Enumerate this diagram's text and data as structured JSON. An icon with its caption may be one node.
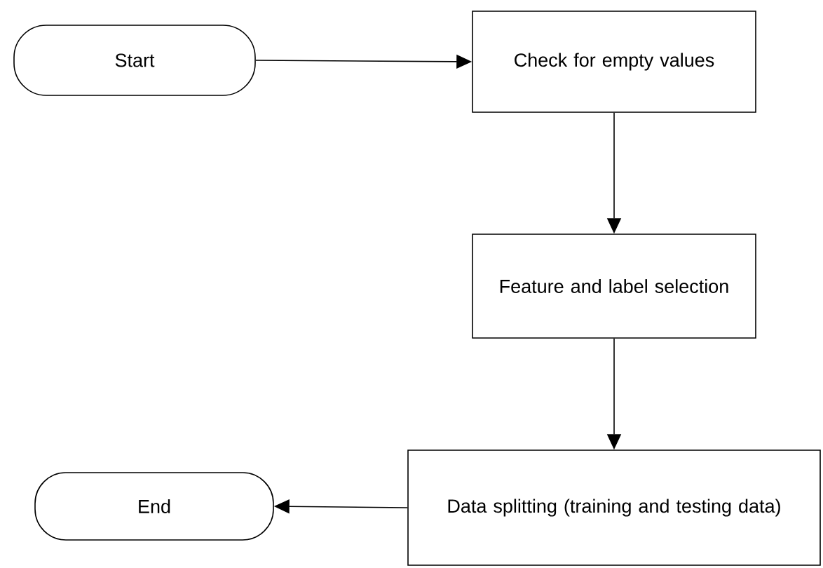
{
  "diagram": {
    "nodes": [
      {
        "text": [
          "Start"
        ]
      },
      {
        "text": [
          "Check for empty values"
        ]
      },
      {
        "text": [
          "Feature and label selection"
        ]
      },
      {
        "text": [
          "Data splitting (training and testing data)"
        ]
      },
      {
        "text": [
          "End"
        ]
      }
    ],
    "edges": [
      {
        "from": 0,
        "to": 1,
        "arrow": "to"
      },
      {
        "from": 1,
        "to": 2,
        "arrow": "to"
      },
      {
        "from": 2,
        "to": 3,
        "arrow": "to"
      },
      {
        "from": 3,
        "to": 4,
        "arrow": "to"
      }
    ]
  }
}
